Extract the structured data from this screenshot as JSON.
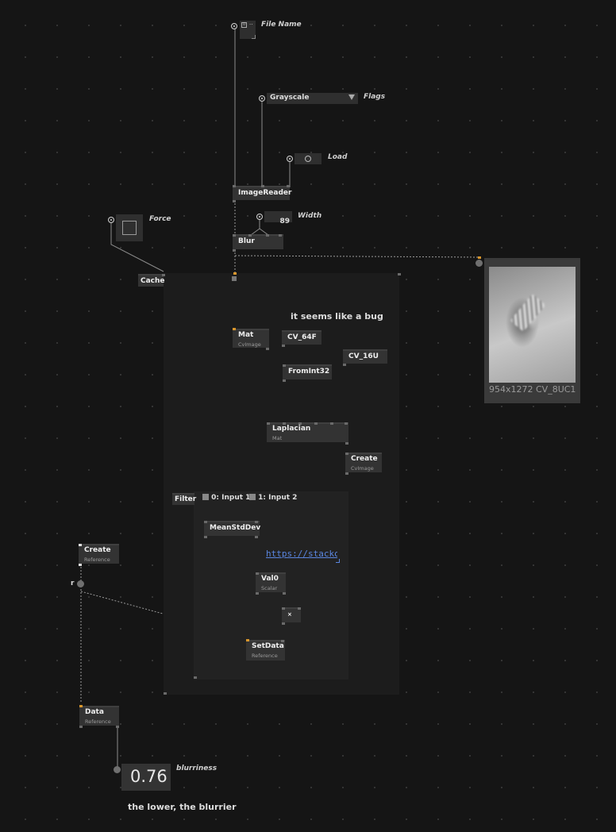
{
  "nodes": {
    "file_name": {
      "value": "..",
      "label": "File Name"
    },
    "flags": {
      "value": "Grayscale",
      "label": "Flags"
    },
    "load": {
      "label": "Load"
    },
    "image_reader": {
      "title": "ImageReader"
    },
    "width": {
      "value": "89",
      "label": "Width"
    },
    "force": {
      "label": "Force"
    },
    "blur": {
      "title": "Blur"
    },
    "cache": {
      "title": "Cache"
    },
    "comment": {
      "text": "it seems like a bug"
    },
    "mat": {
      "title": "Mat",
      "subtitle": "CvImage"
    },
    "cv64f": {
      "title": "CV_64F"
    },
    "cv16u": {
      "title": "CV_16U"
    },
    "fromint32": {
      "title": "FromInt32"
    },
    "laplacian": {
      "title": "Laplacian",
      "subtitle": "Mat"
    },
    "create_cvimage": {
      "title": "Create",
      "subtitle": "CvImage"
    },
    "filter": {
      "title": "Filter",
      "input1": "0: Input 1",
      "input2": "1: Input 2"
    },
    "meanstddev": {
      "title": "MeanStdDev"
    },
    "link": {
      "text": "https://stackov"
    },
    "val0": {
      "title": "Val0",
      "subtitle": "Scalar"
    },
    "multiply": {
      "symbol": "×"
    },
    "setdata": {
      "title": "SetData",
      "subtitle": "Reference"
    },
    "create_reference": {
      "title": "Create",
      "subtitle": "Reference"
    },
    "r_label": {
      "text": "r"
    },
    "data_reference": {
      "title": "Data",
      "subtitle": "Reference"
    },
    "blurriness": {
      "value": "0.76",
      "label": "blurriness"
    },
    "note": {
      "text": "the lower, the blurrier"
    }
  },
  "preview": {
    "caption": "954x1272 CV_8UC1"
  },
  "colors": {
    "background": "#151515",
    "node": "#333333",
    "wire": "#8a8a8a",
    "pin_active": "#d8962c",
    "link": "#5a86e0"
  }
}
